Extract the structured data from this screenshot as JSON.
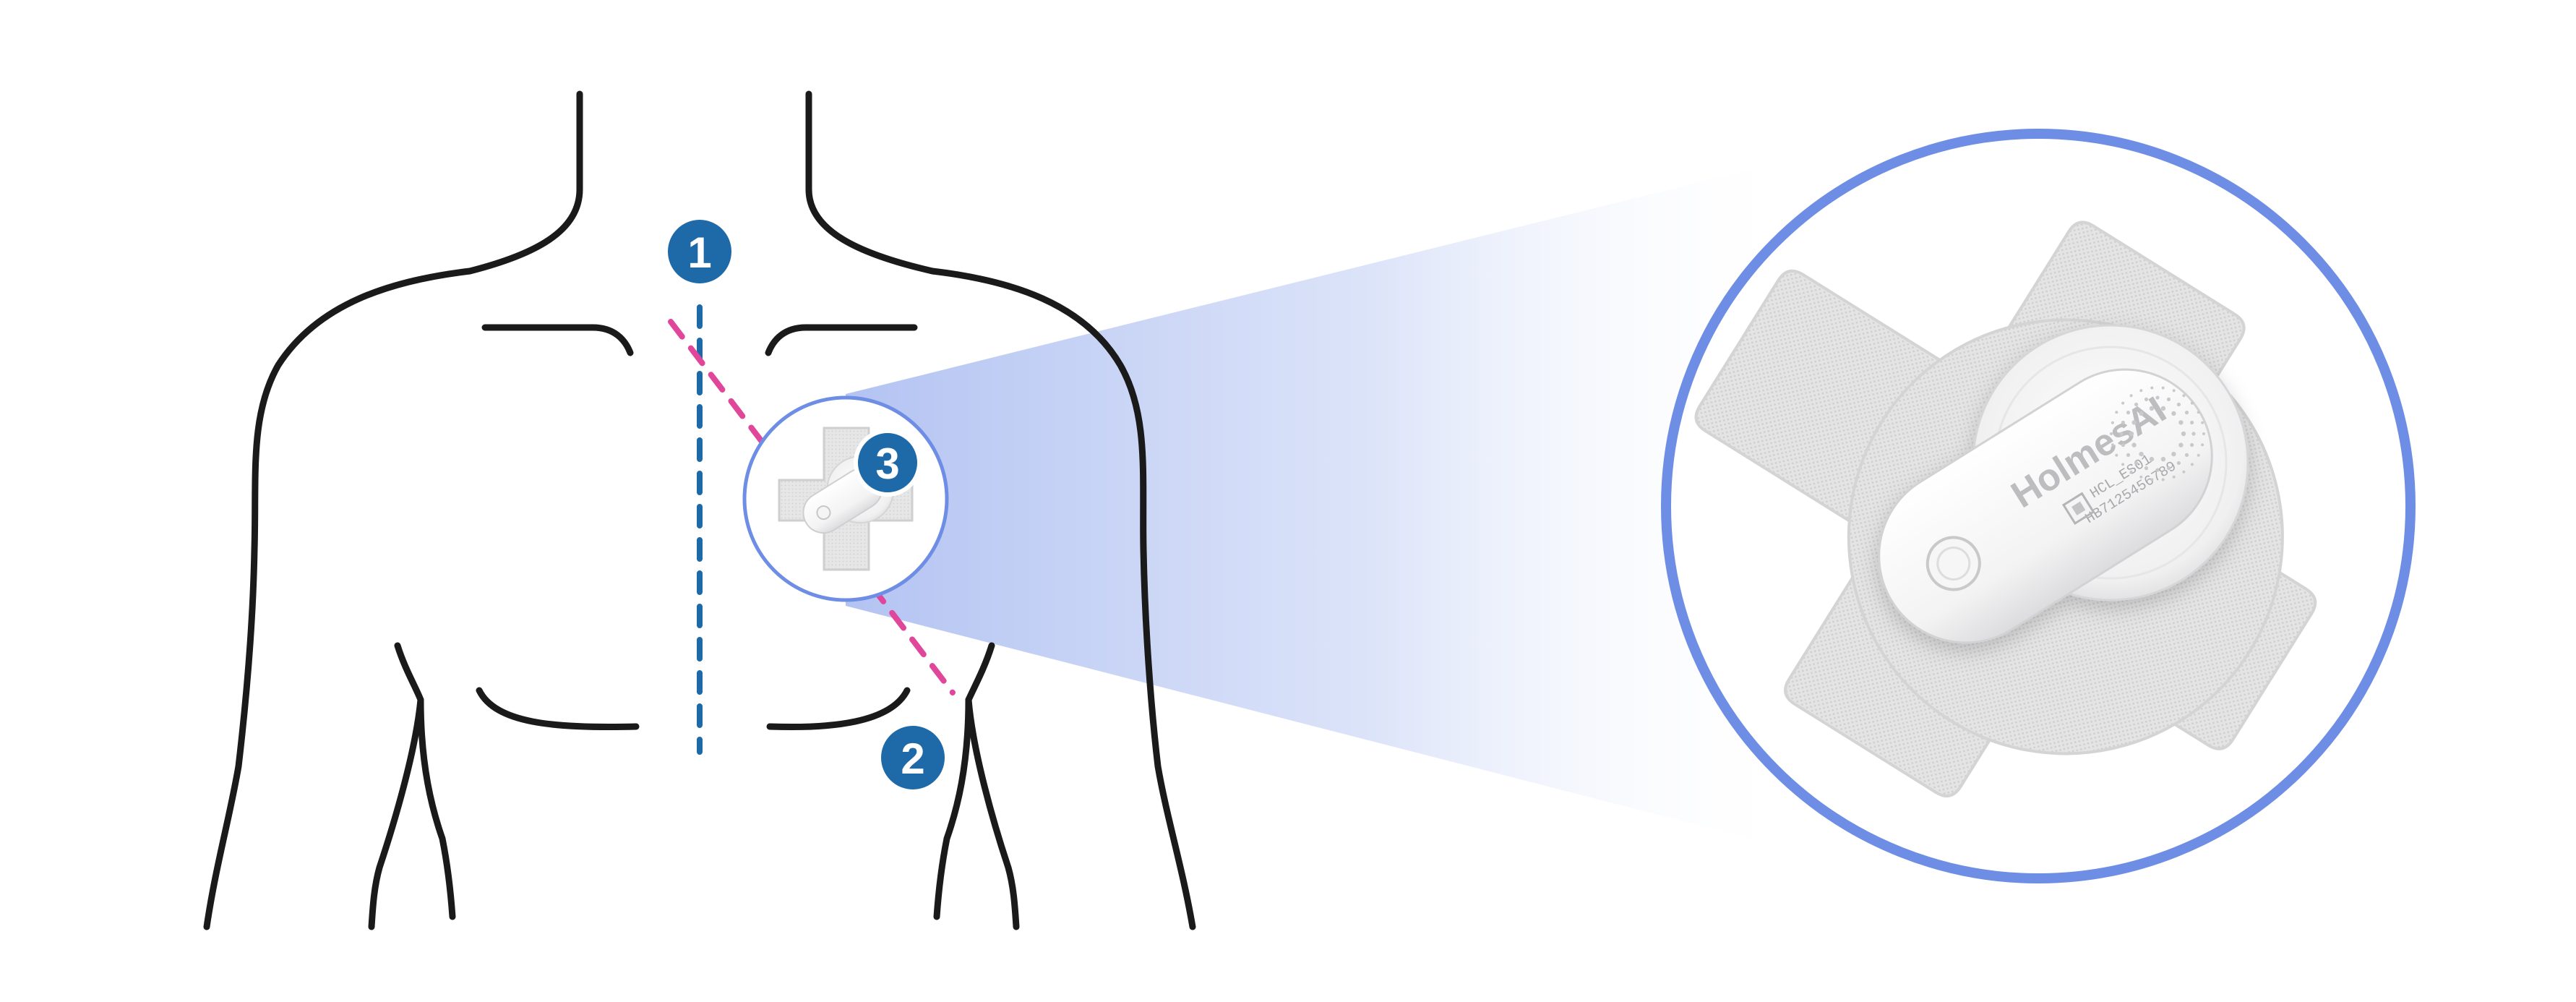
{
  "markers": [
    {
      "id": "1",
      "label": "1"
    },
    {
      "id": "2",
      "label": "2"
    },
    {
      "id": "3",
      "label": "3"
    }
  ],
  "device": {
    "brand": "HolmesAI",
    "model_code": "HCL_ES01",
    "serial": "HB7125456789"
  },
  "colors": {
    "outline": "#1a1a1a",
    "vertical_guide": "#1e6aa8",
    "diagonal_guide": "#e0479a",
    "marker_fill": "#1e6aa8",
    "zoom_ring": "#6e8ee6",
    "beam": "#b3c3f2",
    "patch": "#dcdcdc",
    "device_body": "#f7f7f8"
  }
}
